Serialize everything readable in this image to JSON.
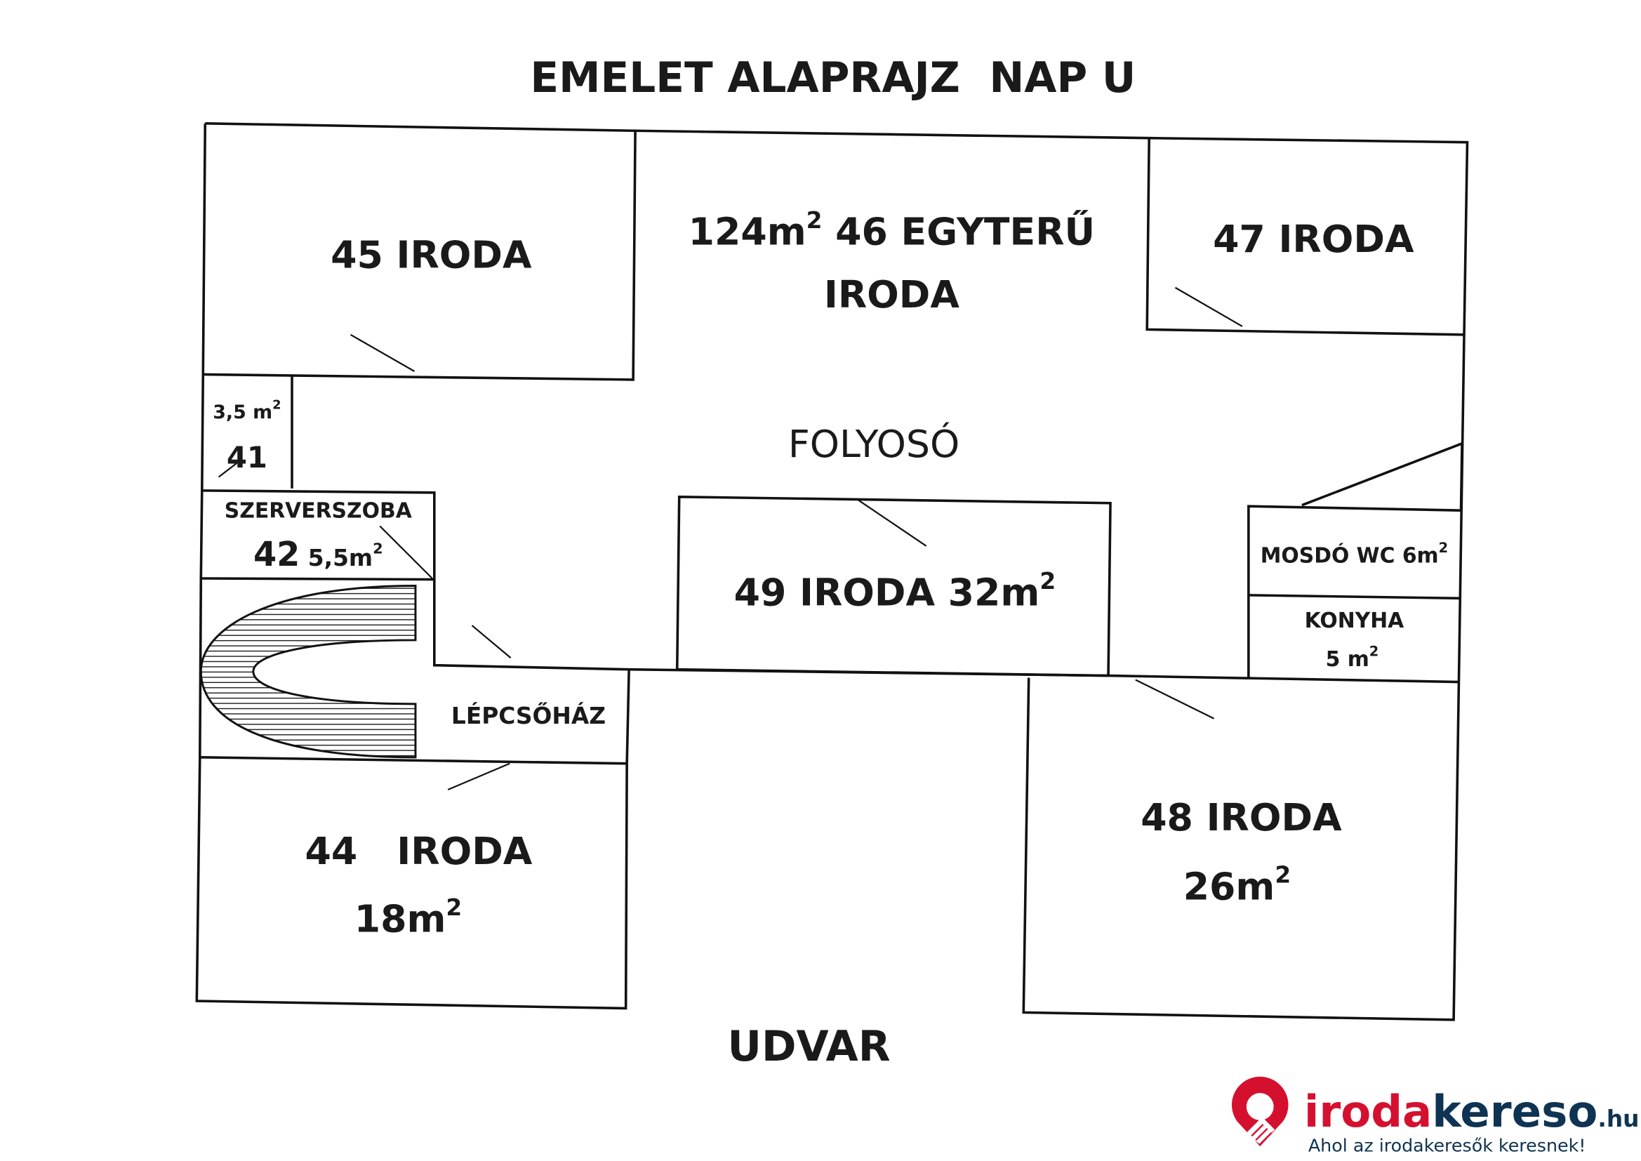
{
  "title": "EMELET ALAPRAJZ  NAP U",
  "rooms": {
    "r45": {
      "label": "45 IRODA"
    },
    "r46": {
      "area": "124m",
      "sup": "2",
      "label": "46 EGYTERŰ",
      "label2": "IRODA"
    },
    "r47": {
      "label": "47 IRODA"
    },
    "r41": {
      "area": "3,5 m",
      "sup": "2",
      "label": "41"
    },
    "r42": {
      "label": "SZERVERSZOBA",
      "num": "42",
      "area": "5,5m",
      "sup": "2"
    },
    "corridor": {
      "label": "FOLYOSÓ"
    },
    "r49": {
      "label": "49 IRODA 32m",
      "sup": "2"
    },
    "mosdo": {
      "label": "MOSDÓ WC 6m",
      "sup": "2"
    },
    "konyha": {
      "label": "KONYHA",
      "area": "5 m",
      "sup": "2"
    },
    "stairs": {
      "label": "LÉPCSŐHÁZ"
    },
    "r44": {
      "label": "44   IRODA",
      "area": "18m",
      "sup": "2"
    },
    "r48": {
      "label": "48 IRODA",
      "area": "26m",
      "sup": "2"
    }
  },
  "courtyard": "UDVAR",
  "logo": {
    "part1": "iroda",
    "part2": "kereso",
    "tld": ".hu",
    "tagline": "Ahol az irodakeresők keresnek!",
    "colors": {
      "red": "#d5102f",
      "navy": "#0f3352"
    }
  }
}
